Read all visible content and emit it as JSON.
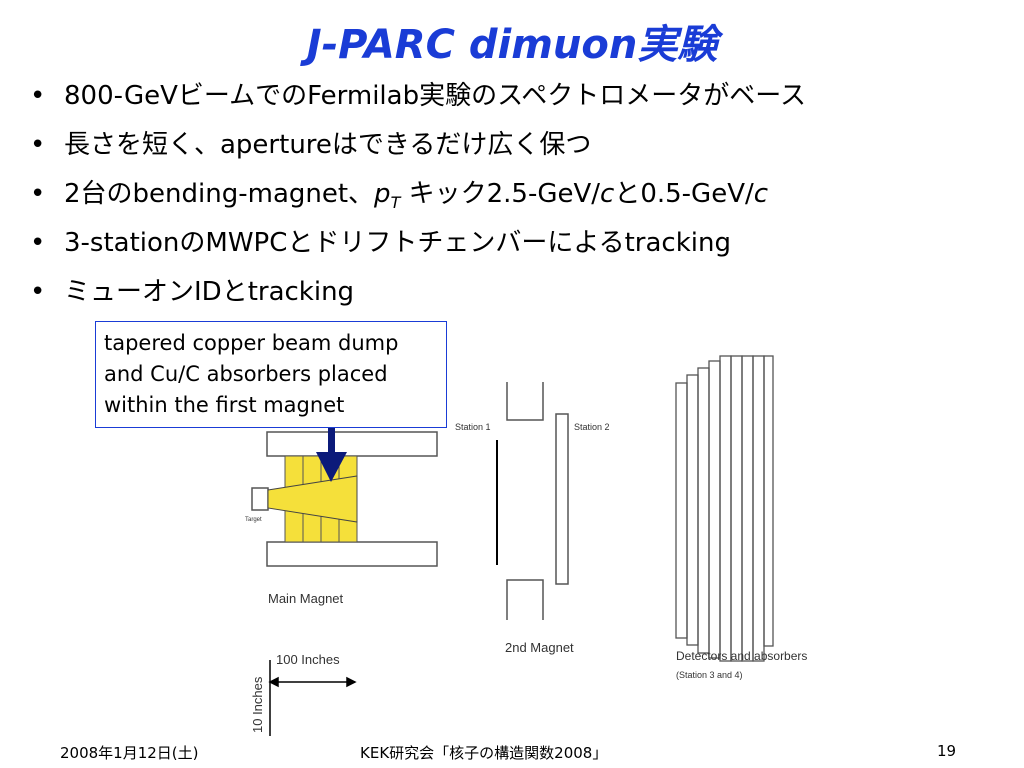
{
  "slide": {
    "title": "J-PARC dimuon実験",
    "bullets": [
      {
        "text": "800-GeVビームでのFermilab実験のスペクトロメータがベース"
      },
      {
        "text": "長さを短く、apertureはできるだけ広く保つ"
      },
      {
        "pre": "2台のbending-magnet、",
        "pt_main": "p",
        "pt_sub": "T",
        "post_1": " キック2.5-GeV/",
        "c1": "c",
        "post_2": "と0.5-GeV/",
        "c2": "c"
      },
      {
        "text": "3-stationのMWPCとドリフトチェンバーによるtracking"
      },
      {
        "text": "ミューオンIDとtracking"
      }
    ],
    "bullet_glyph": "•",
    "callout": {
      "line1": "tapered copper beam dump",
      "line2": "and Cu/C absorbers placed",
      "line3": "within the first magnet"
    },
    "diagram_labels": {
      "target": "Target",
      "main_magnet": "Main Magnet",
      "station1": "Station 1",
      "station2": "Station 2",
      "second_magnet": "2nd Magnet",
      "detectors": "Detectors and absorbers",
      "detectors_sub": "(Station 3 and 4)",
      "scale_h": "100 Inches",
      "scale_v": "10 Inches"
    },
    "footer": {
      "date": "2008年1月12日(土)",
      "event": "KEK研究会「核子の構造関数2008」",
      "page": "19"
    },
    "colors": {
      "title": "#1a3cd6",
      "absorber": "#f5e03a",
      "arrow": "#0b1a7a"
    }
  }
}
